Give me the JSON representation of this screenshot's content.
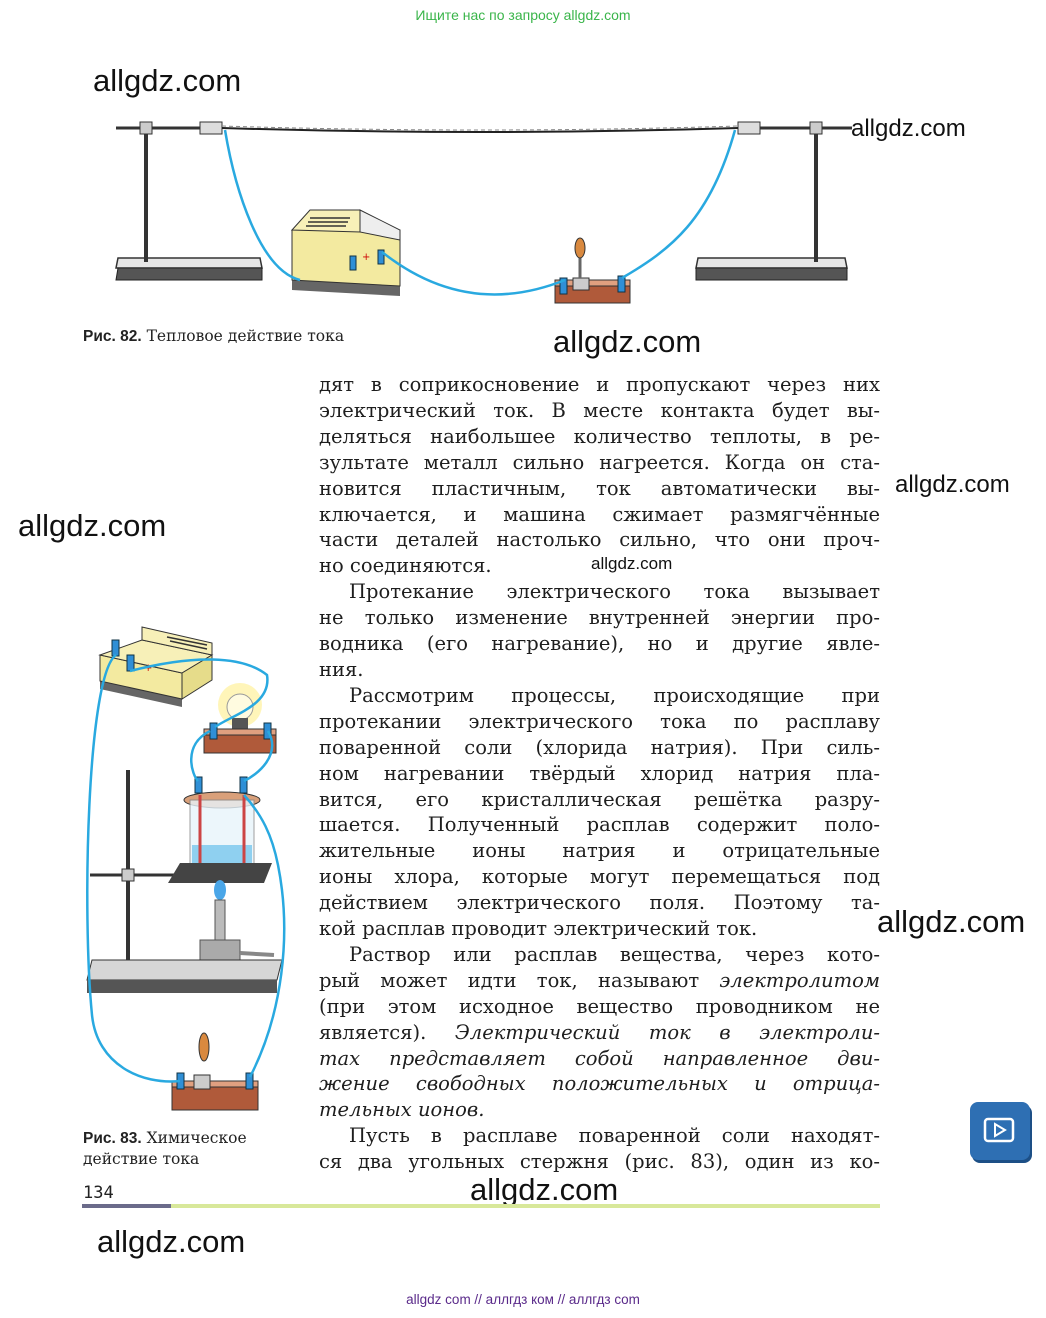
{
  "top_banner": "Ищите нас по запросу allgdz.com",
  "watermark": "allgdz.com",
  "figure82": {
    "caption_num": "Рис. 82.",
    "caption_text": "Тепловое действие тока"
  },
  "figure83": {
    "caption_num": "Рис. 83.",
    "caption_line1": "Химическое",
    "caption_line2": "действие тока"
  },
  "body": {
    "p1_lines": [
      "дят в соприкосновение и пропускают через них",
      "электрический ток. В месте контакта будет вы-",
      "деляться наибольшее количество теплоты, в ре-",
      "зультате металл сильно нагреется. Когда он ста-",
      "новится пластичным, ток автоматически вы-",
      "ключается, и машина сжимает размягчённые",
      "части деталей настолько сильно, что они проч-",
      "но соединяются."
    ],
    "p2_lines": [
      "Протекание электрического тока вызывает",
      "не только изменение внутренней энергии про-",
      "водника (его нагревание), но и другие явле-",
      "ния."
    ],
    "p3_lines": [
      "Рассмотрим процессы, происходящие при",
      "протекании электрического тока по расплаву",
      "поваренной соли (хлорида натрия). При силь-",
      "ном нагревании твёрдый хлорид натрия пла-",
      "вится, его кристаллическая решётка разру-",
      "шается. Полученный расплав содержит поло-",
      "жительные ионы натрия и отрицательные",
      "ионы хлора, которые могут перемещаться под",
      "действием электрического поля. Поэтому та-",
      "кой расплав проводит электрический ток."
    ],
    "p4_line1": "Раствор или расплав вещества, через кото-",
    "p4_line2_a": "рый может идти ток, называют ",
    "p4_line2_em": "электролитом",
    "p4_line3": "(при этом исходное вещество проводником не",
    "p4_line4_a": "является). ",
    "p4_line4_em": "Электрический ток в электроли-",
    "p4_em_lines": [
      "тах представляет собой направленное дви-",
      "жение свободных положительных и отрица-",
      "тельных ионов."
    ],
    "p5_lines": [
      "Пусть в расплаве поваренной соли находят-",
      "ся два угольных стержня (рис. 83), один из ко-"
    ]
  },
  "page_number": "134",
  "bottom_links": "allgdz com  //  аллгдз ком  //  аллгдз com",
  "colors": {
    "banner_green": "#3ab54a",
    "wire_blue": "#29a9e0",
    "rule_dark": "#6b6b8a",
    "rule_light": "#d8e89a",
    "button_blue": "#2e6fb3"
  }
}
